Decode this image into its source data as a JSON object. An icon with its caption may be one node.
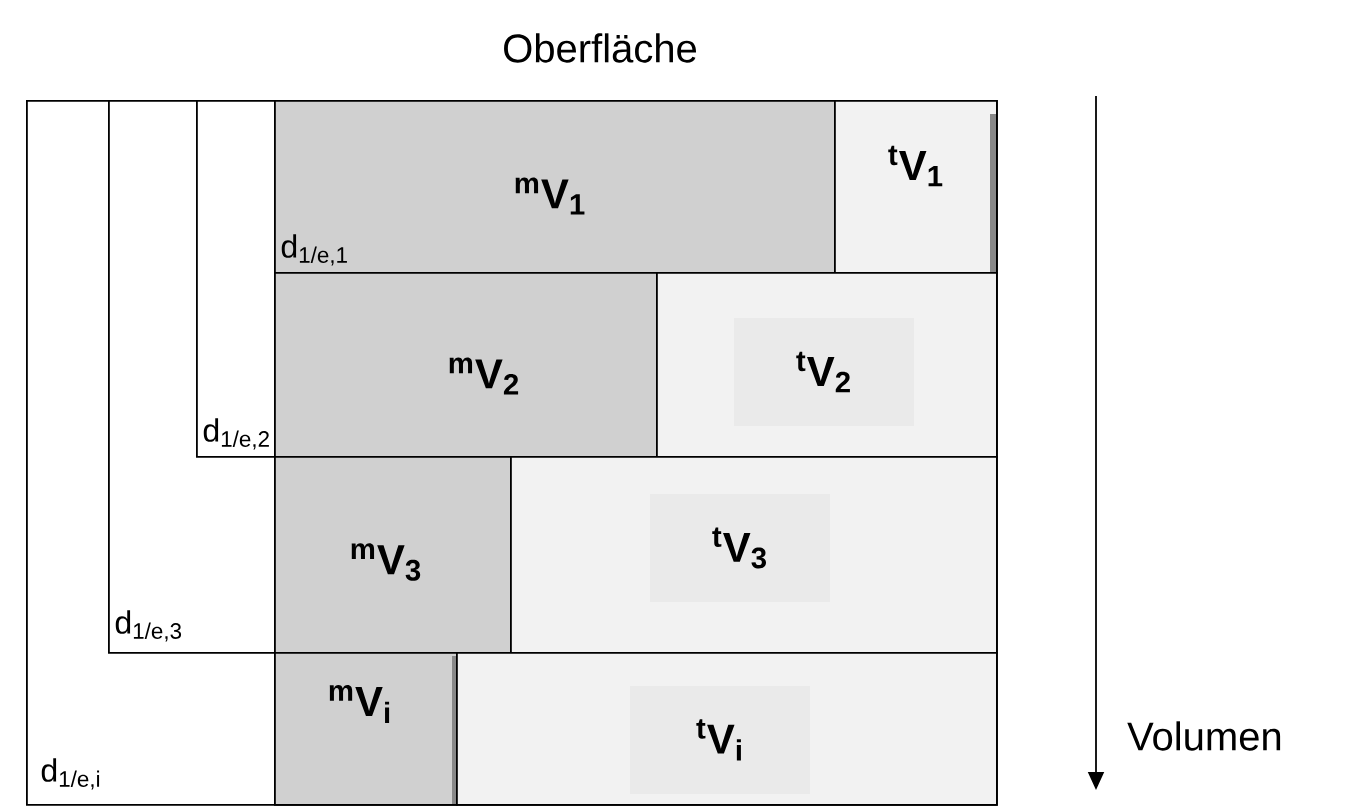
{
  "diagram": {
    "title": "Oberfläche",
    "nodes": [
      {
        "text": [
          "d$_{1/e,i}$"
        ]
      },
      {
        "text": [
          "d$_{1/e,3}$"
        ],
        "in": 0
      },
      {
        "text": [
          "d$_{1/e,2}$"
        ],
        "in": 1
      },
      {
        "text": [
          "$^{m}$V$_{1}$",
          "d$_{1/e,1}$"
        ],
        "in": 0
      },
      {
        "text": [
          "$^{t}$V$_{1}$"
        ],
        "in": 0
      },
      {
        "text": [
          "$^{m}$V$_{2}$"
        ],
        "in": 0
      },
      {
        "text": [
          "$^{t}$V$_{2}$"
        ],
        "in": 0
      },
      {
        "text": [
          "$^{m}$V$_{3}$"
        ],
        "in": 0
      },
      {
        "text": [
          "$^{t}$V$_{3}$"
        ],
        "in": 0
      },
      {
        "text": [
          "$^{m}$V$_{i}$"
        ],
        "in": 0
      },
      {
        "text": [
          "$^{t}$V$_{i}$"
        ],
        "in": 0
      }
    ],
    "labels": [
      "Volumen"
    ]
  }
}
